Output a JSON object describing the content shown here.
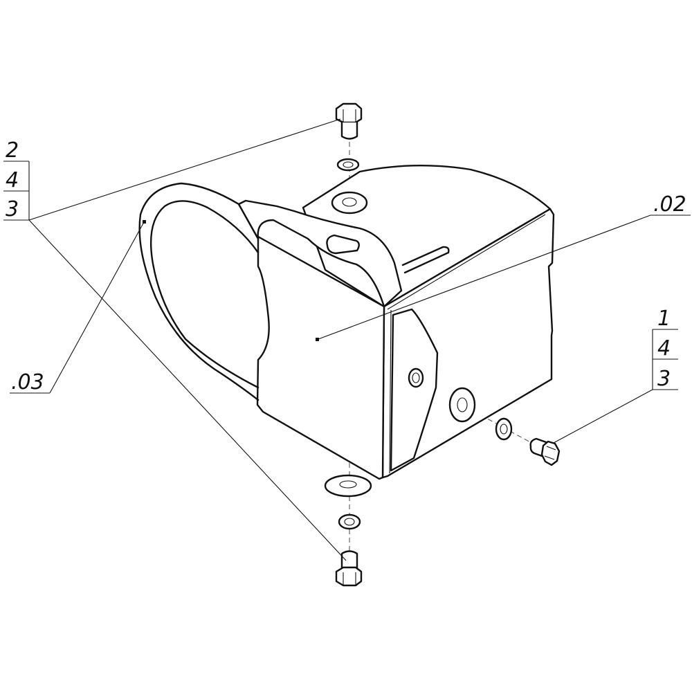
{
  "callouts": {
    "top_left": {
      "lines": [
        "2",
        "4",
        "3"
      ]
    },
    "right": {
      "lines": [
        "1",
        "4",
        "3"
      ]
    },
    "part_02": ".02",
    "part_03": ".03"
  }
}
